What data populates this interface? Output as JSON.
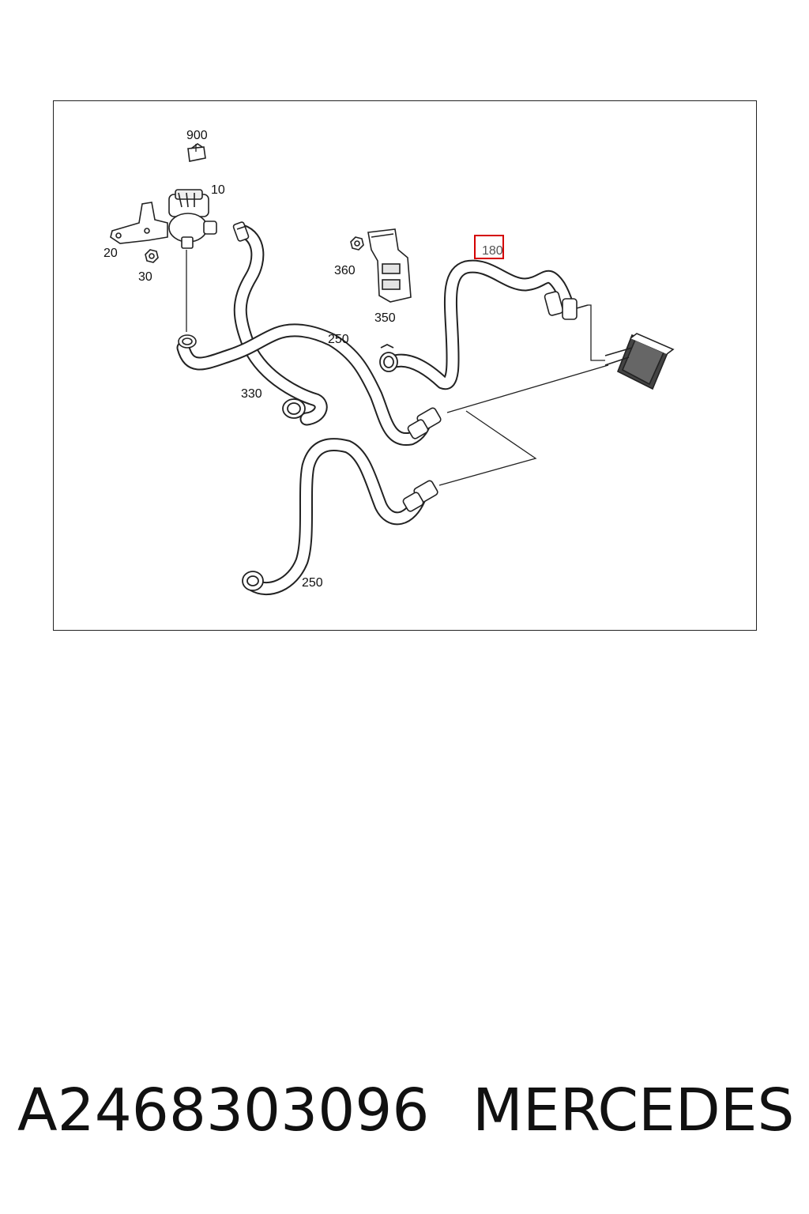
{
  "diagram": {
    "callouts": [
      {
        "id": "c900",
        "text": "900"
      },
      {
        "id": "c10",
        "text": "10"
      },
      {
        "id": "c20",
        "text": "20"
      },
      {
        "id": "c30",
        "text": "30"
      },
      {
        "id": "c360",
        "text": "360"
      },
      {
        "id": "c350",
        "text": "350"
      },
      {
        "id": "c180",
        "text": "180"
      },
      {
        "id": "c250a",
        "text": "250"
      },
      {
        "id": "c330",
        "text": "330"
      },
      {
        "id": "c250b",
        "text": "250"
      }
    ],
    "highlight_color": "#d40000",
    "highlighted_callout": "180"
  },
  "footer": {
    "part_number": "A2468303096",
    "brand": "MERCEDES"
  }
}
